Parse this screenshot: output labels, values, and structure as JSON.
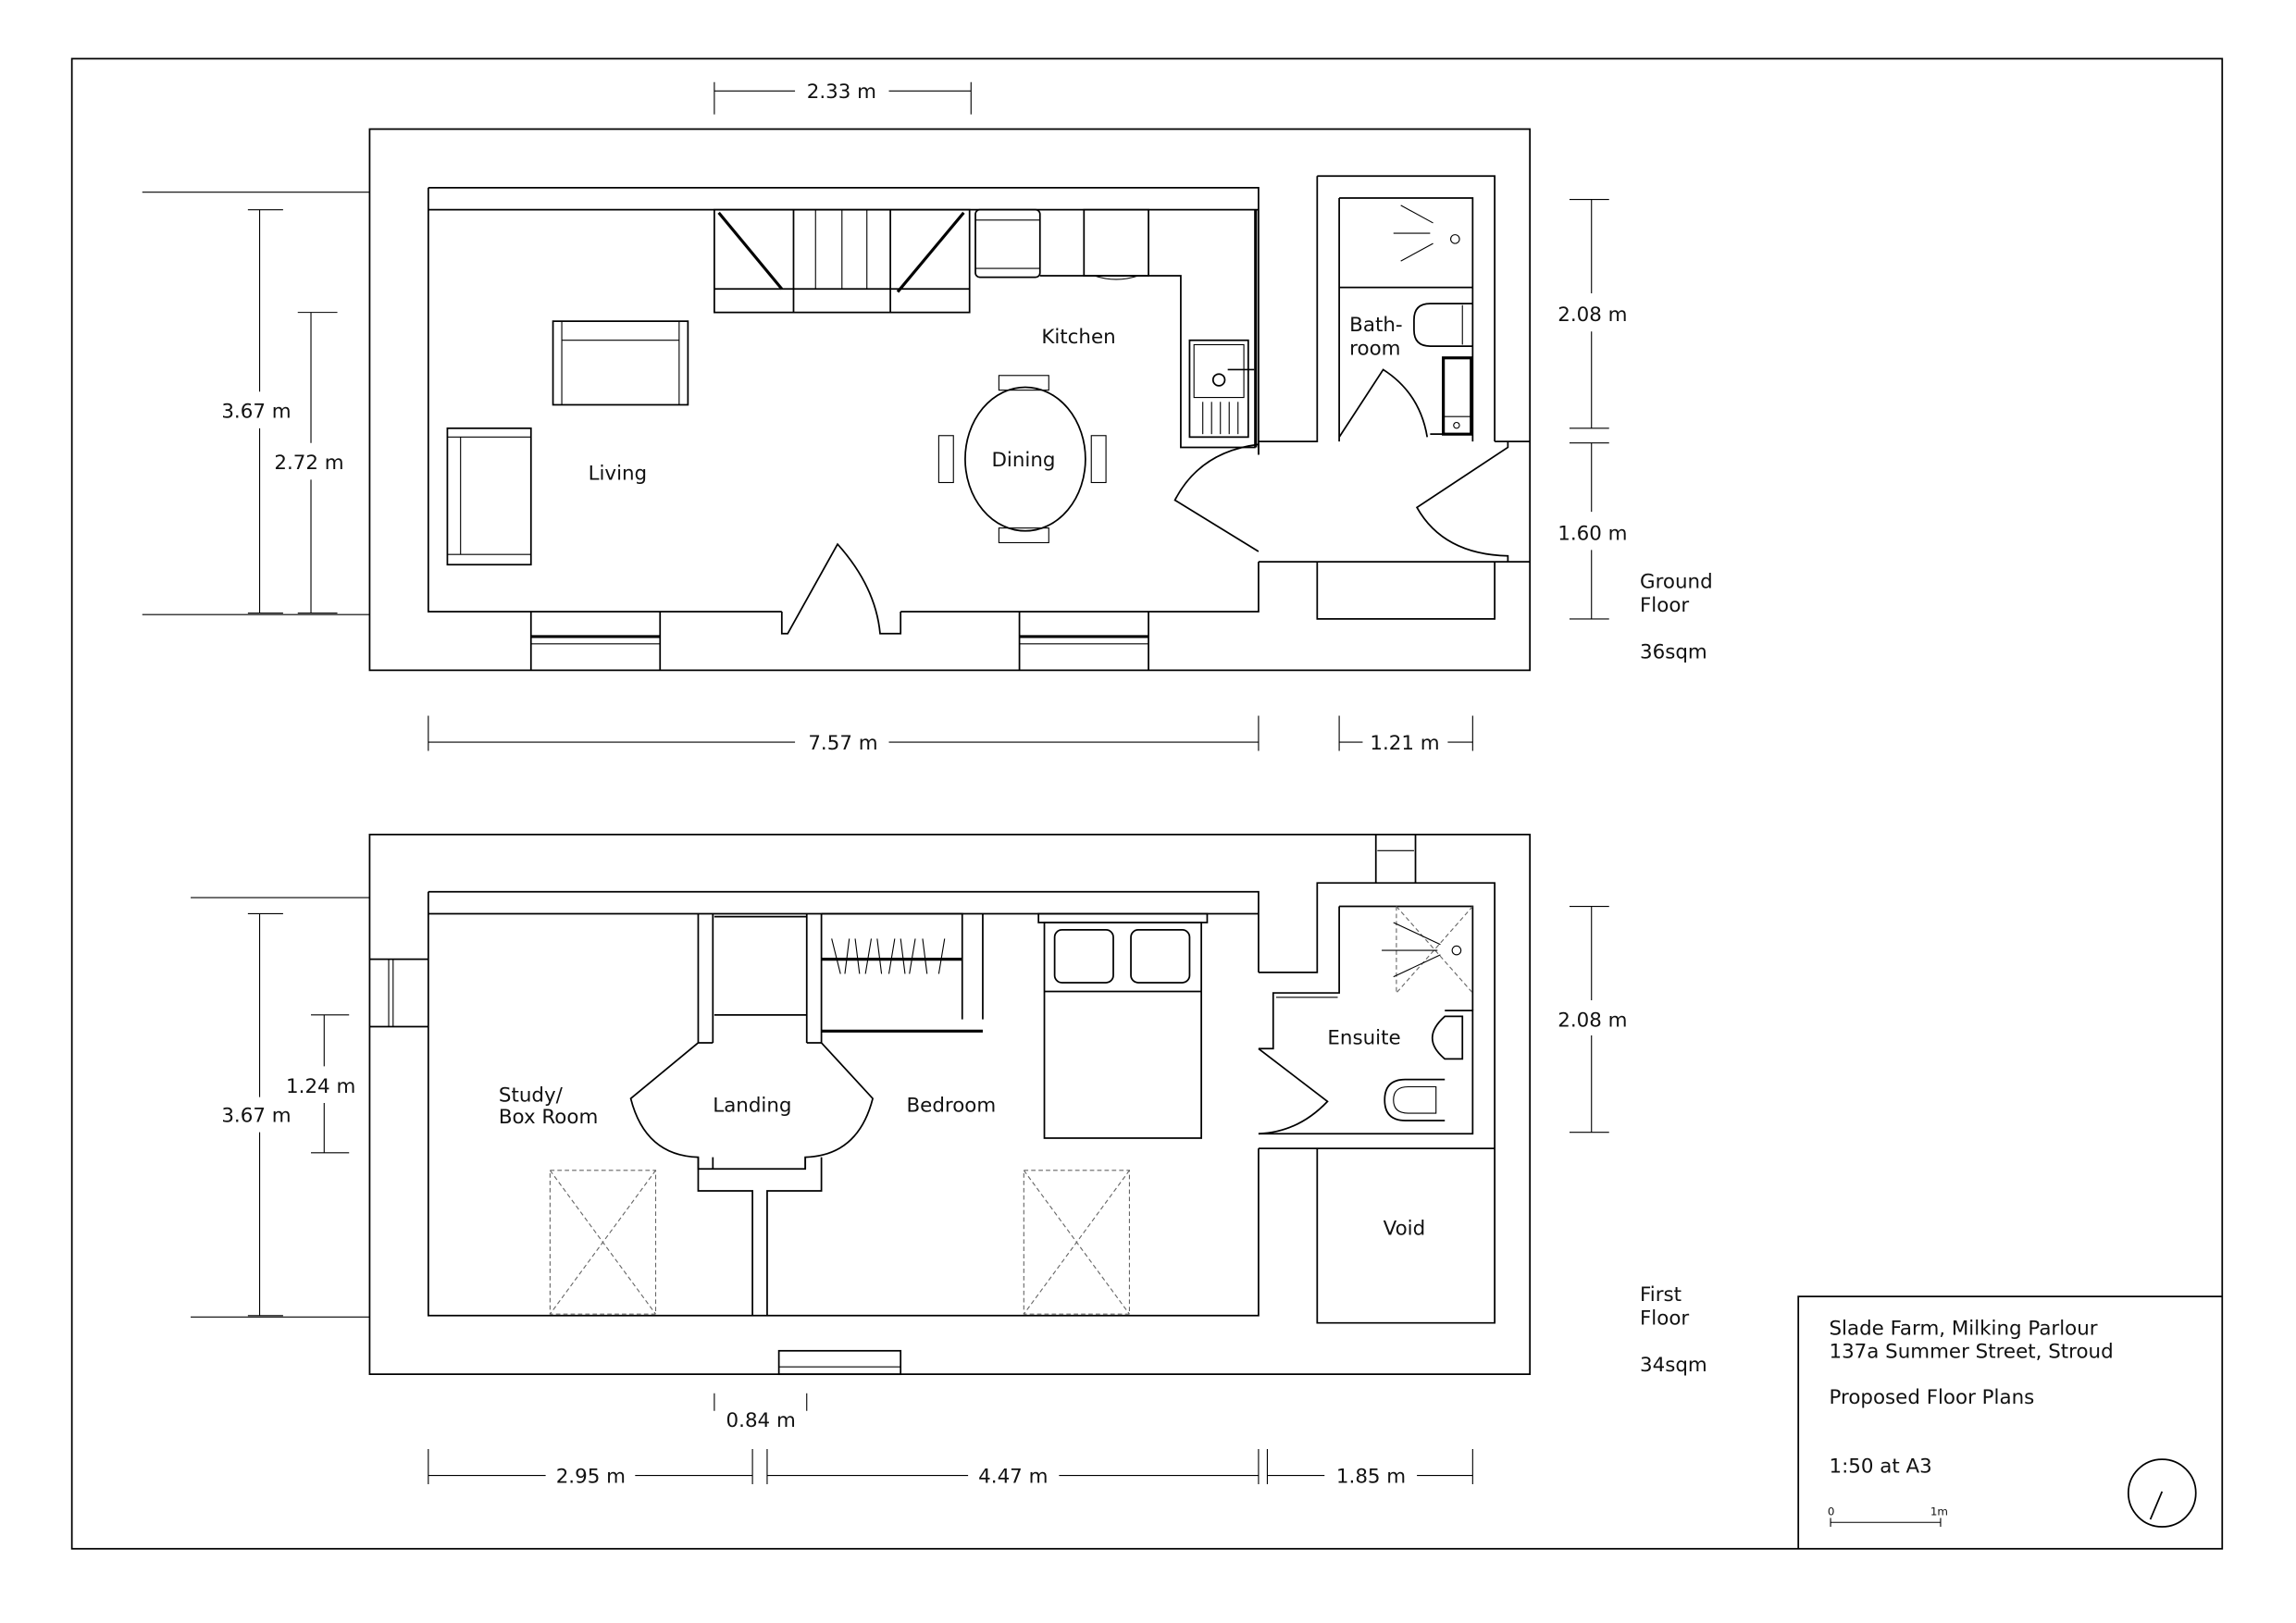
{
  "sheet": {
    "title_block": {
      "project_line1": "Slade Farm, Milking Parlour",
      "project_line2": "137a Summer Street, Stroud",
      "drawing_title": "Proposed Floor Plans",
      "scale": "1:50 at A3",
      "scale_bar": {
        "start_label": "0",
        "end_label": "1m"
      },
      "north_arrow": "north-arrow"
    }
  },
  "ground_floor": {
    "label_line1": "Ground",
    "label_line2": "Floor",
    "area": "36sqm",
    "rooms": {
      "kitchen": "Kitchen",
      "dining": "Dining",
      "living": "Living",
      "bathroom_line1": "Bath-",
      "bathroom_line2": "room"
    },
    "dimensions": {
      "top_width": "2.33 m",
      "overall_depth": "3.67 m",
      "inner_depth": "2.72 m",
      "bathroom_depth": "2.08 m",
      "hall_depth": "1.60 m",
      "main_width": "7.57 m",
      "annex_width": "1.21 m"
    }
  },
  "first_floor": {
    "label_line1": "First",
    "label_line2": "Floor",
    "area": "34sqm",
    "rooms": {
      "study_line1": "Study/",
      "study_line2": "Box Room",
      "landing": "Landing",
      "bedroom": "Bedroom",
      "ensuite": "Ensuite",
      "void": "Void"
    },
    "dimensions": {
      "overall_depth": "3.67 m",
      "window_height": "1.24 m",
      "ensuite_depth": "2.08 m",
      "landing_width": "0.84 m",
      "study_width": "2.95 m",
      "bedroom_width": "4.47 m",
      "ensuite_width": "1.85 m"
    }
  }
}
